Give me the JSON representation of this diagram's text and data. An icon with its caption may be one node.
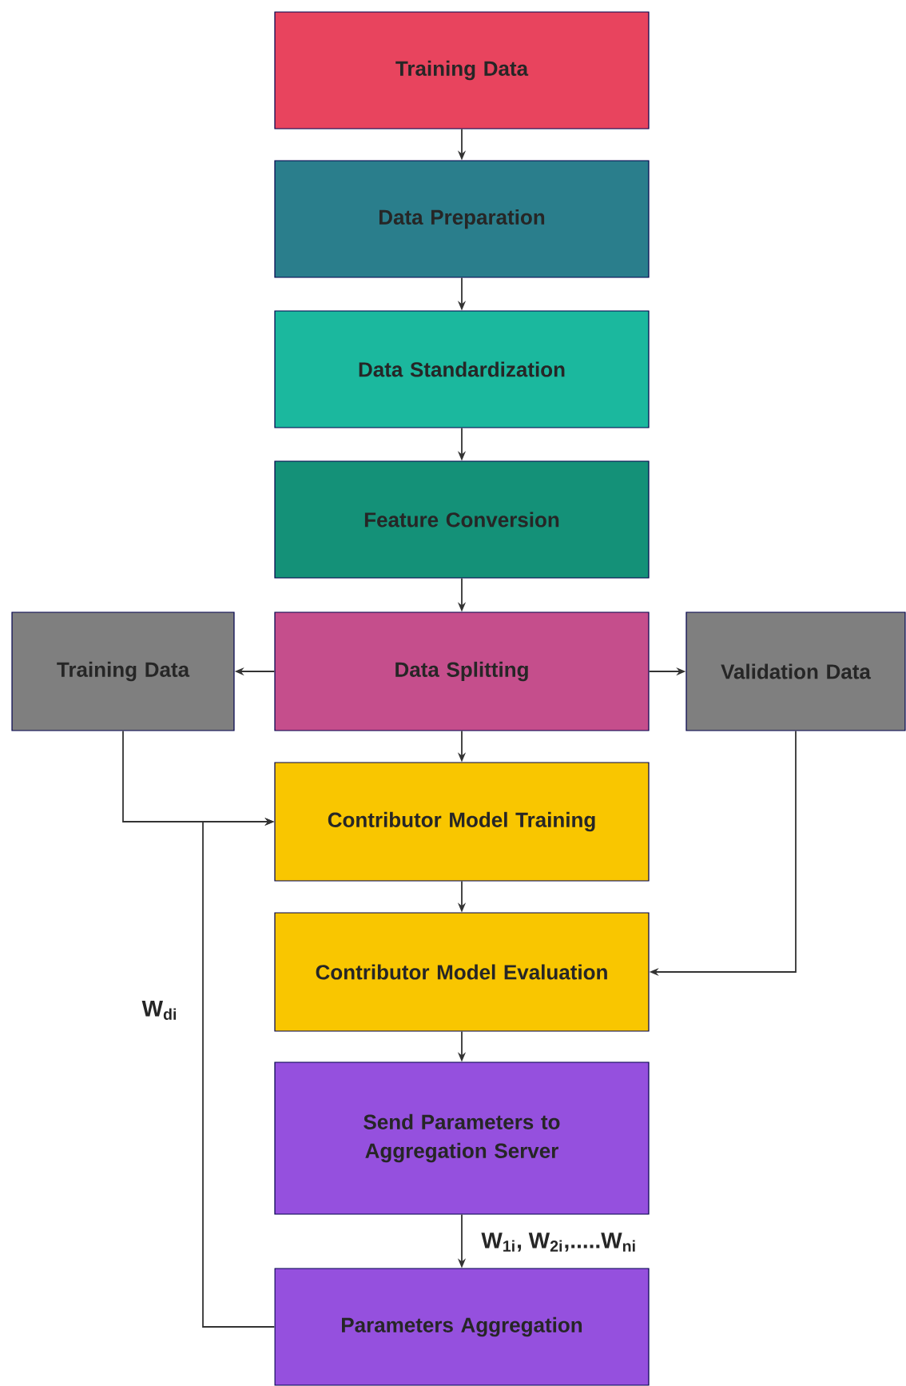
{
  "diagram": {
    "nodes": [
      {
        "text": [
          "Training Data"
        ]
      },
      {
        "text": [
          "Data Preparation"
        ]
      },
      {
        "text": [
          "Data Standardization"
        ]
      },
      {
        "text": [
          "Feature Conversion"
        ]
      },
      {
        "text": [
          "Training Data"
        ]
      },
      {
        "text": [
          "Data Splitting"
        ]
      },
      {
        "text": [
          "Validation Data"
        ]
      },
      {
        "text": [
          "Contributor Model Training"
        ]
      },
      {
        "text": [
          "Contributor Model Evaluation"
        ]
      },
      {
        "text": [
          "Send Parameters to Aggregation Server"
        ]
      },
      {
        "text": [
          "Parameters Aggregation"
        ]
      }
    ],
    "edges": [
      {
        "from": 0,
        "to": 1,
        "arrow": "to"
      },
      {
        "from": 1,
        "to": 2,
        "arrow": "to"
      },
      {
        "from": 2,
        "to": 3,
        "arrow": "to"
      },
      {
        "from": 3,
        "to": 5,
        "arrow": "to"
      },
      {
        "from": 5,
        "to": 4,
        "arrow": "to"
      },
      {
        "from": 5,
        "to": 6,
        "arrow": "to"
      },
      {
        "from": 5,
        "to": 7,
        "arrow": "to"
      },
      {
        "from": 4,
        "to": 7,
        "arrow": "to"
      },
      {
        "from": 7,
        "to": 8,
        "arrow": "to"
      },
      {
        "from": 6,
        "to": 8,
        "arrow": "to"
      },
      {
        "from": 8,
        "to": 9,
        "arrow": "to"
      },
      {
        "from": 9,
        "to": 10,
        "arrow": "to",
        "label": "W$_{1i}$, W$_{2i}$,.....W$_{ni}$"
      },
      {
        "from": 10,
        "to": 7,
        "arrow": "to",
        "label": "W$_{di}$"
      }
    ]
  }
}
